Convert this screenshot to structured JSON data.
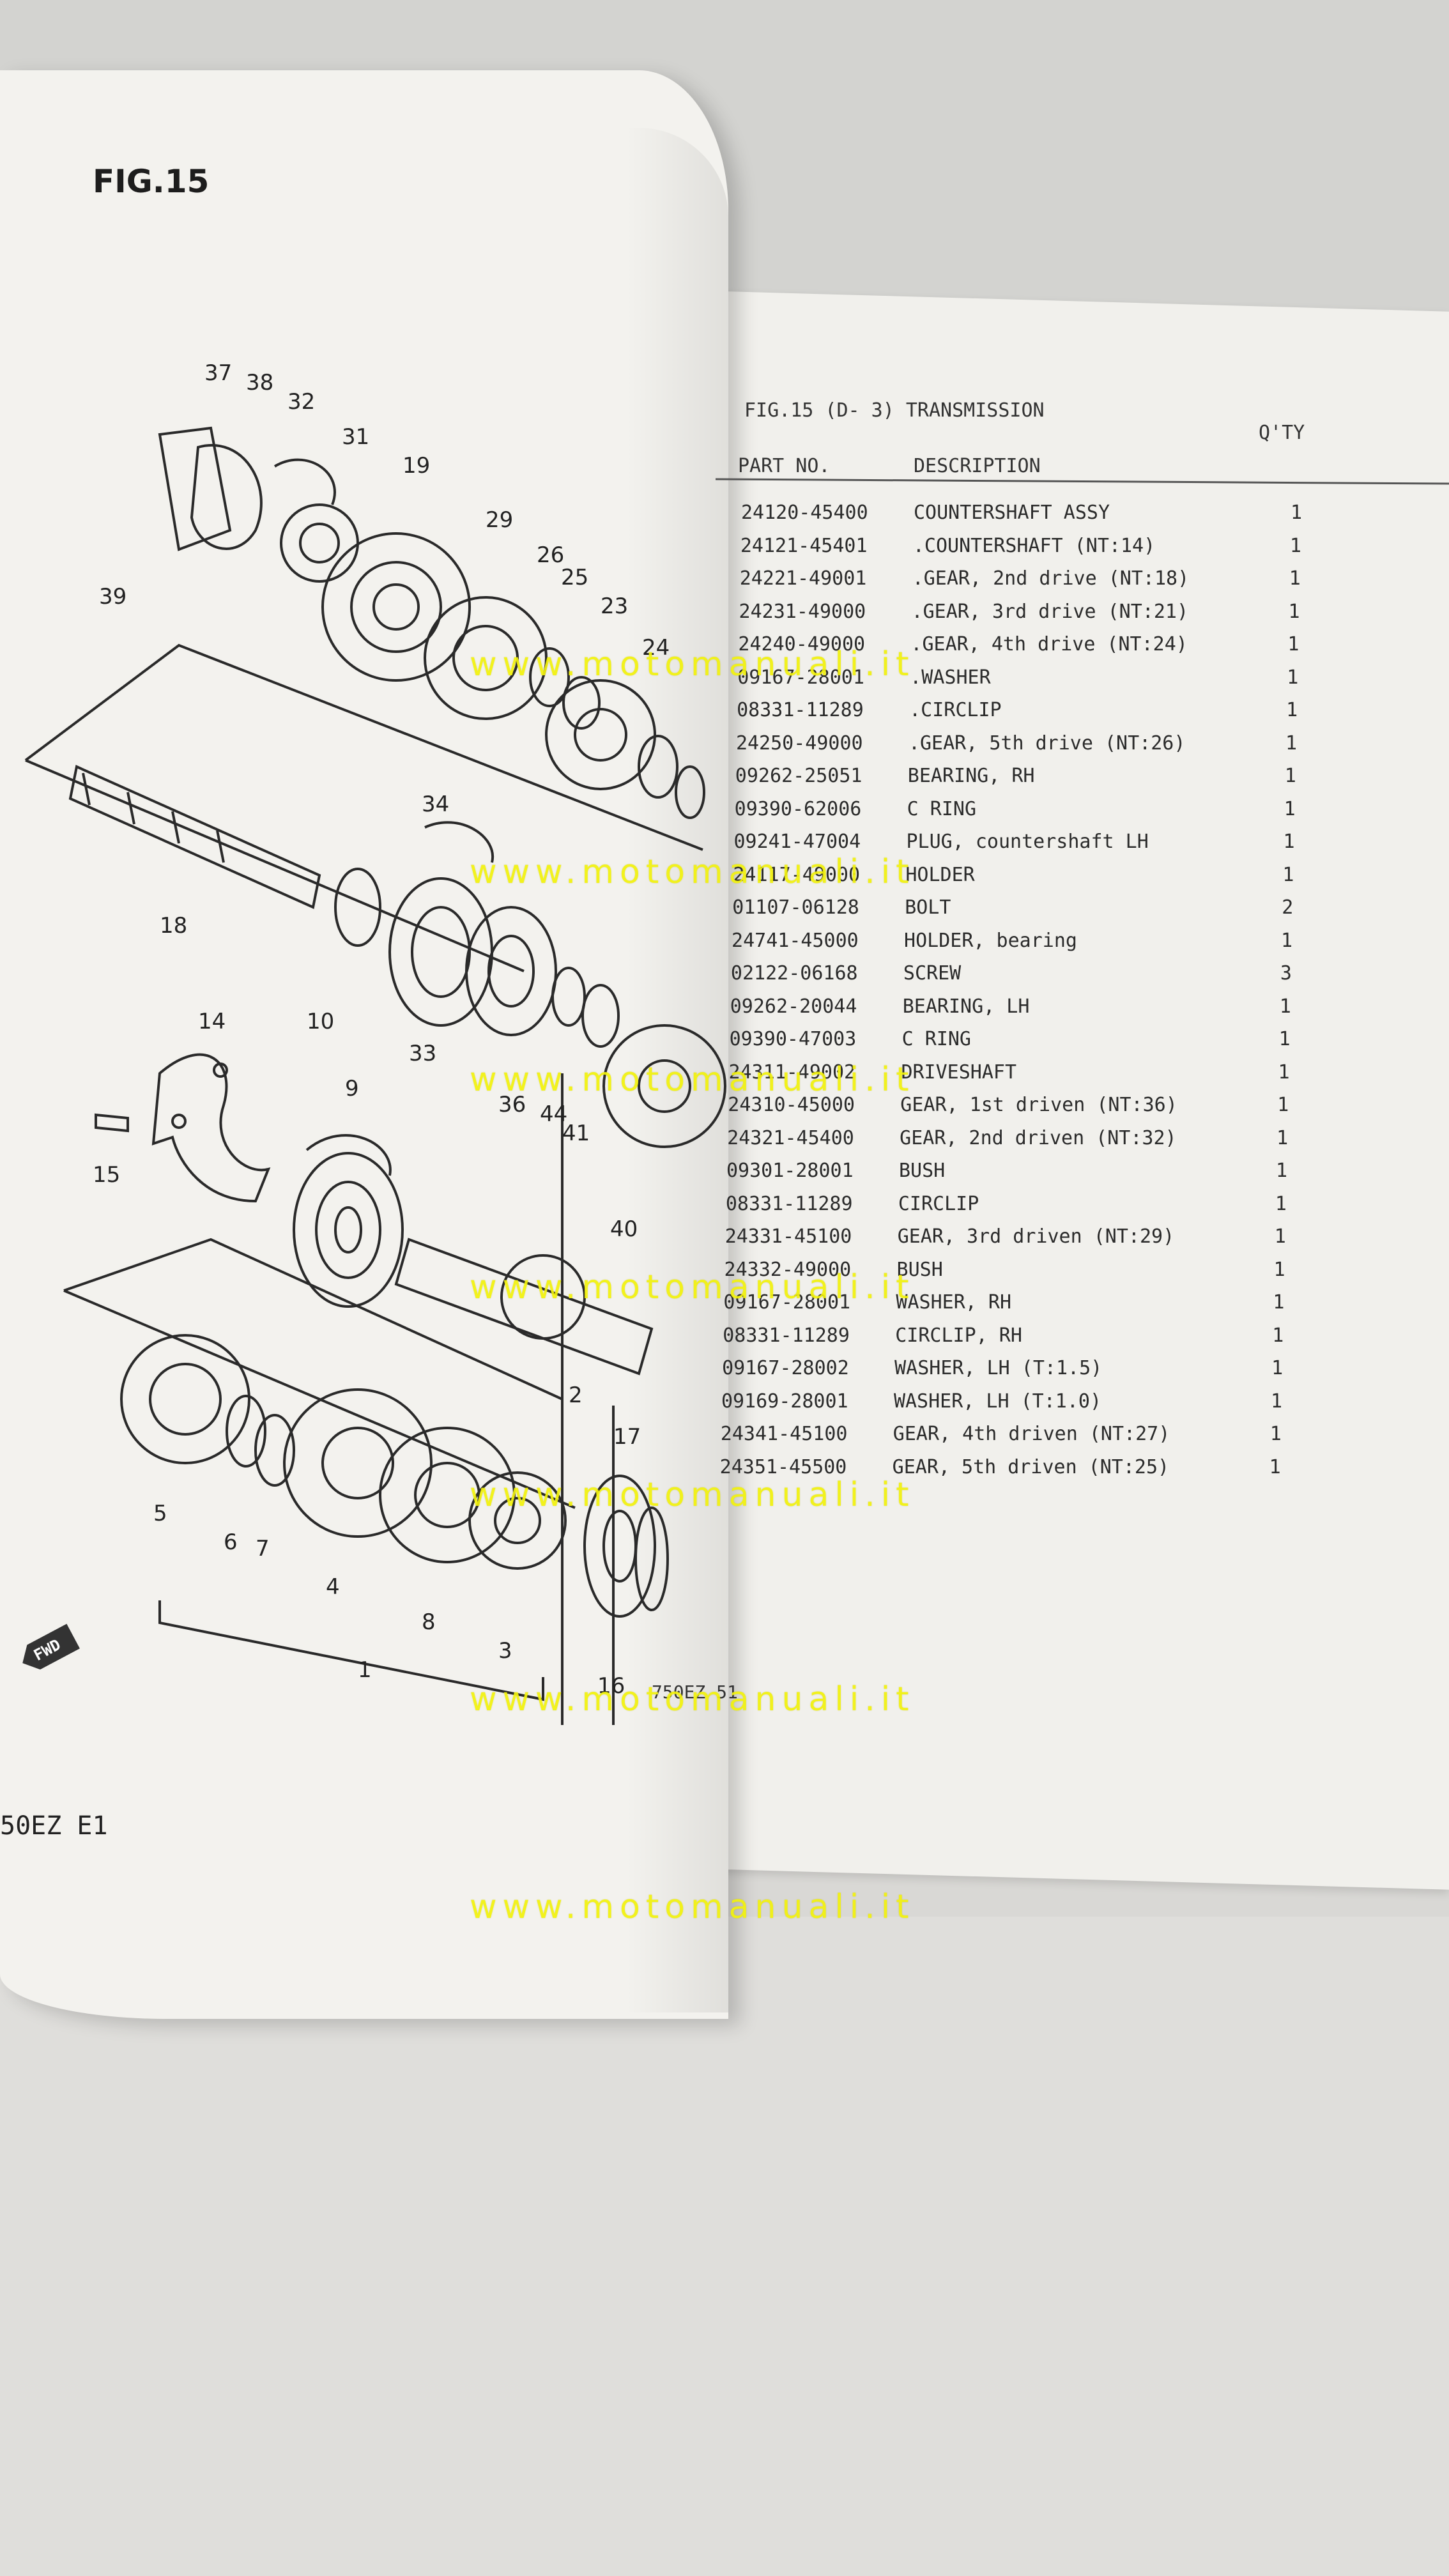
{
  "left_page": {
    "figure_label": "FIG.15",
    "footer_code": "50EZ E1",
    "fwd_label": "FWD",
    "callouts": [
      "37",
      "38",
      "32",
      "31",
      "19",
      "29",
      "26",
      "25",
      "23",
      "24",
      "39",
      "34",
      "18",
      "33",
      "36",
      "44",
      "41",
      "40",
      "14",
      "10",
      "9",
      "15",
      "2",
      "17",
      "5",
      "6",
      "7",
      "4",
      "8",
      "3",
      "1",
      "16"
    ]
  },
  "right_page": {
    "list_title": "FIG.15 (D- 3) TRANSMISSION",
    "header": {
      "part_no": "PART NO.",
      "description": "DESCRIPTION",
      "qty": "Q'TY"
    },
    "footer_code": "750EZ 51",
    "parts": [
      {
        "no": "24120-45400",
        "desc": "COUNTERSHAFT ASSY",
        "qty": "1"
      },
      {
        "no": "24121-45401",
        "desc": ".COUNTERSHAFT (NT:14)",
        "qty": "1"
      },
      {
        "no": "24221-49001",
        "desc": ".GEAR, 2nd drive (NT:18)",
        "qty": "1"
      },
      {
        "no": "24231-49000",
        "desc": ".GEAR, 3rd drive (NT:21)",
        "qty": "1"
      },
      {
        "no": "24240-49000",
        "desc": ".GEAR, 4th drive (NT:24)",
        "qty": "1"
      },
      {
        "no": "09167-28001",
        "desc": ".WASHER",
        "qty": "1"
      },
      {
        "no": "08331-11289",
        "desc": ".CIRCLIP",
        "qty": "1"
      },
      {
        "no": "24250-49000",
        "desc": ".GEAR, 5th drive (NT:26)",
        "qty": "1"
      },
      {
        "no": "09262-25051",
        "desc": "BEARING, RH",
        "qty": "1"
      },
      {
        "no": "09390-62006",
        "desc": "C RING",
        "qty": "1"
      },
      {
        "no": "09241-47004",
        "desc": "PLUG, countershaft LH",
        "qty": "1"
      },
      {
        "no": "24117-49000",
        "desc": "HOLDER",
        "qty": "1"
      },
      {
        "no": "01107-06128",
        "desc": "BOLT",
        "qty": "2"
      },
      {
        "no": "24741-45000",
        "desc": "HOLDER, bearing",
        "qty": "1"
      },
      {
        "no": "02122-06168",
        "desc": "SCREW",
        "qty": "3"
      },
      {
        "no": "09262-20044",
        "desc": "BEARING, LH",
        "qty": "1"
      },
      {
        "no": "09390-47003",
        "desc": "C RING",
        "qty": "1"
      },
      {
        "no": "24311-49002",
        "desc": "DRIVESHAFT",
        "qty": "1"
      },
      {
        "no": "24310-45000",
        "desc": "GEAR, 1st driven (NT:36)",
        "qty": "1"
      },
      {
        "no": "24321-45400",
        "desc": "GEAR, 2nd driven (NT:32)",
        "qty": "1"
      },
      {
        "no": "09301-28001",
        "desc": "BUSH",
        "qty": "1"
      },
      {
        "no": "08331-11289",
        "desc": "CIRCLIP",
        "qty": "1"
      },
      {
        "no": "24331-45100",
        "desc": "GEAR, 3rd driven (NT:29)",
        "qty": "1"
      },
      {
        "no": "24332-49000",
        "desc": "BUSH",
        "qty": "1"
      },
      {
        "no": "09167-28001",
        "desc": "WASHER, RH",
        "qty": "1"
      },
      {
        "no": "08331-11289",
        "desc": "CIRCLIP, RH",
        "qty": "1"
      },
      {
        "no": "09167-28002",
        "desc": "WASHER, LH (T:1.5)",
        "qty": "1"
      },
      {
        "no": "09169-28001",
        "desc": "WASHER, LH (T:1.0)",
        "qty": "1"
      },
      {
        "no": "24341-45100",
        "desc": "GEAR, 4th driven (NT:27)",
        "qty": "1"
      },
      {
        "no": "24351-45500",
        "desc": "GEAR, 5th driven (NT:25)",
        "qty": "1"
      }
    ]
  },
  "watermark": "www.motomanuali.it",
  "colors": {
    "paper": "#f2f1ed",
    "ink": "#2b2b2b",
    "watermark": "#f2f20c"
  }
}
